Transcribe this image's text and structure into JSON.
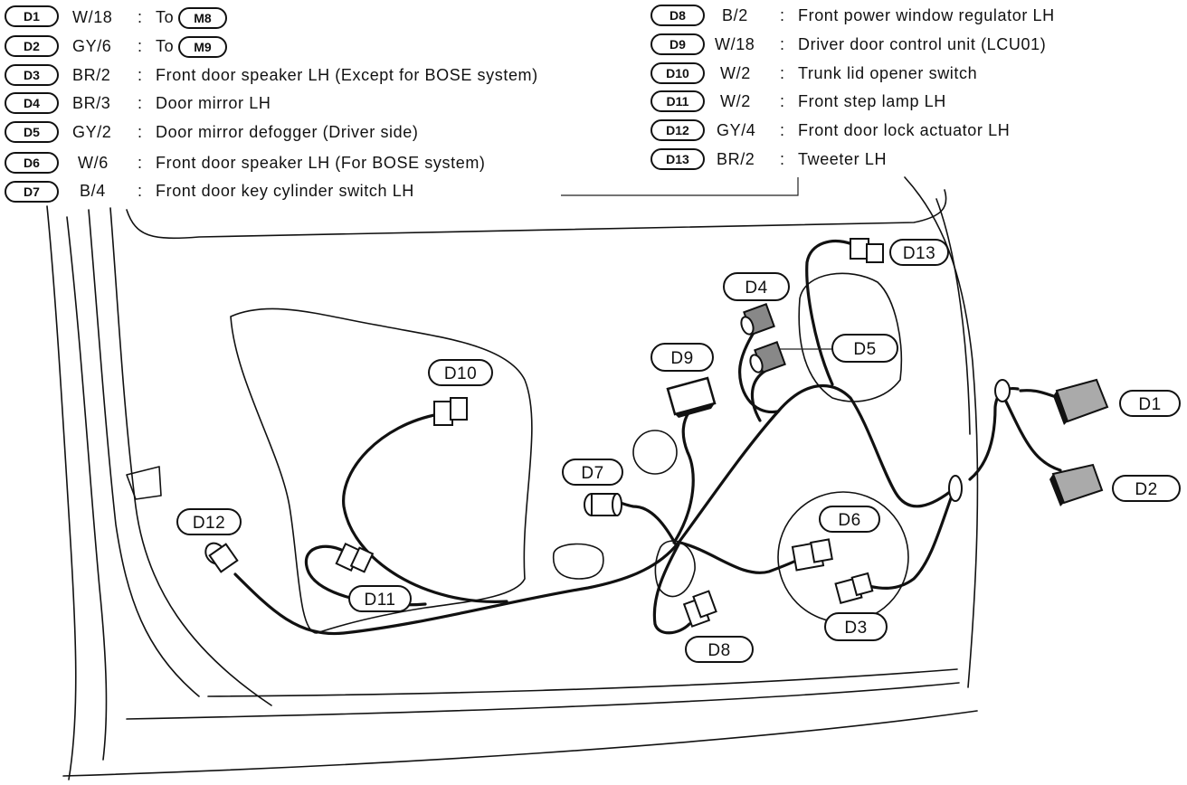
{
  "legend": {
    "left": [
      {
        "id": "D1",
        "color": "W/18",
        "desc": "To",
        "ref": "M8"
      },
      {
        "id": "D2",
        "color": "GY/6",
        "desc": "To",
        "ref": "M9"
      },
      {
        "id": "D3",
        "color": "BR/2",
        "desc": "Front door speaker LH (Except for BOSE system)"
      },
      {
        "id": "D4",
        "color": "BR/3",
        "desc": "Door mirror LH"
      },
      {
        "id": "D5",
        "color": "GY/2",
        "desc": "Door mirror defogger (Driver side)"
      },
      {
        "id": "D6",
        "color": "W/6",
        "desc": "Front door speaker LH (For BOSE system)"
      },
      {
        "id": "D7",
        "color": "B/4",
        "desc": "Front door key cylinder switch LH"
      }
    ],
    "right": [
      {
        "id": "D8",
        "color": "B/2",
        "desc": "Front power window regulator LH"
      },
      {
        "id": "D9",
        "color": "W/18",
        "desc": "Driver door control unit (LCU01)"
      },
      {
        "id": "D10",
        "color": "W/2",
        "desc": "Trunk lid opener switch"
      },
      {
        "id": "D11",
        "color": "W/2",
        "desc": "Front step lamp LH"
      },
      {
        "id": "D12",
        "color": "GY/4",
        "desc": "Front door lock actuator LH"
      },
      {
        "id": "D13",
        "color": "BR/2",
        "desc": "Tweeter LH"
      }
    ]
  },
  "callouts": {
    "D1": "D1",
    "D2": "D2",
    "D3": "D3",
    "D4": "D4",
    "D5": "D5",
    "D6": "D6",
    "D7": "D7",
    "D8": "D8",
    "D9": "D9",
    "D10": "D10",
    "D11": "D11",
    "D12": "D12",
    "D13": "D13"
  }
}
